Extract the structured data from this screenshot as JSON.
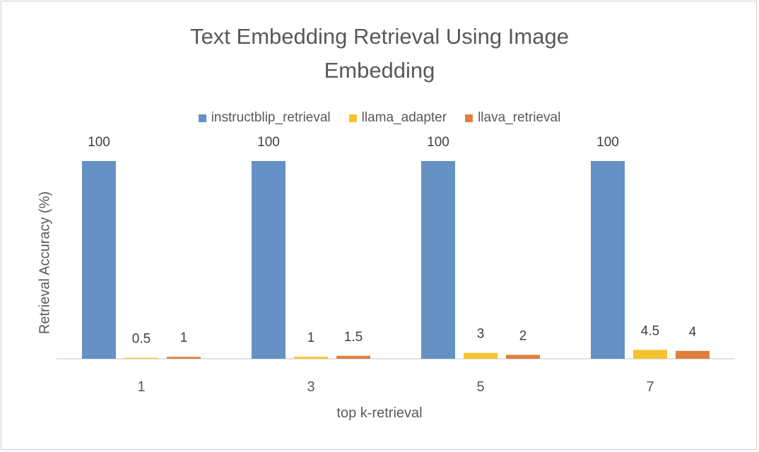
{
  "chart_data": {
    "type": "bar",
    "title_lines": [
      "Text Embedding Retrieval Using Image",
      "Embedding"
    ],
    "xlabel": "top k-retrieval",
    "ylabel": "Retrieval Accuracy (%)",
    "categories": [
      "1",
      "3",
      "5",
      "7"
    ],
    "series": [
      {
        "name": "instructblip_retrieval",
        "color": "#6591c5",
        "values": [
          100,
          100,
          100,
          100
        ],
        "labels": [
          "100",
          "100",
          "100",
          "100"
        ]
      },
      {
        "name": "llama_adapter",
        "color": "#f4c430",
        "values": [
          0.5,
          1,
          3,
          4.5
        ],
        "labels": [
          "0.5",
          "1",
          "3",
          "4.5"
        ]
      },
      {
        "name": "llava_retrieval",
        "color": "#e0803e",
        "values": [
          1,
          1.5,
          2,
          4
        ],
        "labels": [
          "1",
          "1.5",
          "2",
          "4"
        ]
      }
    ],
    "ylim": [
      0,
      100
    ],
    "grid": false,
    "legend_position": "top"
  }
}
